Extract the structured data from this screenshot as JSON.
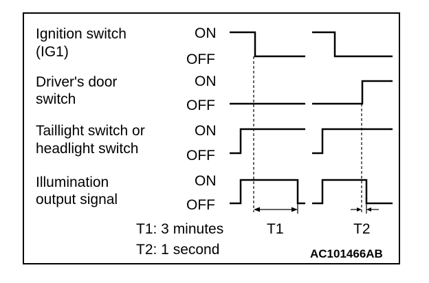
{
  "rows": [
    {
      "label_line1": "Ignition switch",
      "label_line2": "(IG1)",
      "on_label": "ON",
      "off_label": "OFF"
    },
    {
      "label_line1": "Driver's door",
      "label_line2": "switch",
      "on_label": "ON",
      "off_label": "OFF"
    },
    {
      "label_line1": "Taillight switch or",
      "label_line2": "headlight switch",
      "on_label": "ON",
      "off_label": "OFF"
    },
    {
      "label_line1": "Illumination",
      "label_line2": "output signal",
      "on_label": "ON",
      "off_label": "OFF"
    }
  ],
  "intervals": {
    "t1_label": "T1",
    "t2_label": "T2"
  },
  "legend": {
    "t1_definition": "T1: 3 minutes",
    "t2_definition": "T2: 1 second"
  },
  "figure_code": "AC101466AB"
}
